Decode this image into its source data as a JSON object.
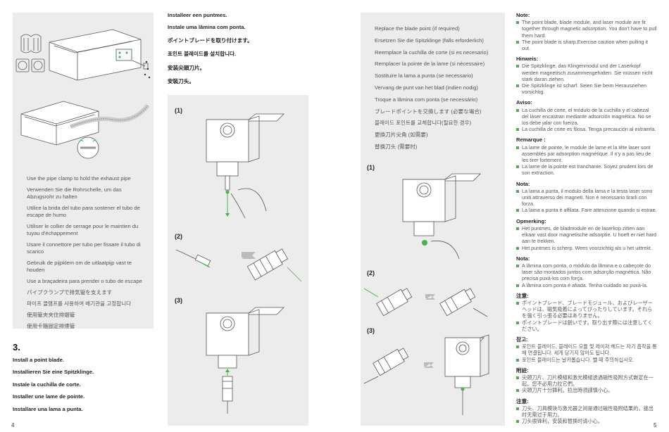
{
  "left_page": {
    "pipe_clamp_captions": [
      "Use the pipe clamp to hold the exhaust pipe",
      "Verwenden Sie die Rohrschelle, um das Abzugsrohr zu halten",
      "Utilice la brida del tubo para sostener el tubo de escape de humo",
      "Utiliser le collier de serrage pour le maintien du tuyau d'échappement",
      "Usare il connettore per tubo per fissare il tubo di scarico",
      "Gebruik de pijpklem om de uitlaatpijp vast te houden",
      "Use a braçadeira para prender o tubo de escape",
      "パイプクランプで排気管を支えます",
      "파이프 클램프를 사용하여 배기관을 고정합니다",
      "使用管夹夹住排烟管",
      "使用卡箍固定排煙管"
    ],
    "step_number": "3.",
    "step_titles": [
      "Install a point blade.",
      "Installieren Sie eine Spitzklinge.",
      "Instale la cuchilla de corte.",
      "Installer une lame de pointe.",
      "Installare una lama a punta.",
      "Installeer een puntmes.",
      "Instale uma lâmina com ponta.",
      "ポイントブレードを取り付けます。",
      "포인트 블레이드를 설치합니다.",
      "安装尖頭刀片。",
      "安裝刀头。"
    ],
    "figure_labels": [
      "(1)",
      "(2)",
      "(3)"
    ],
    "page_number": "4"
  },
  "right_page": {
    "replace_captions": [
      "Replace the blade point (if required)",
      "Ersetzen Sie die Spitzklinge (falls erforderlich)",
      "Reemplace la cuchilla de corte (si es necesario)",
      "Remplacer la pointe de la lame (si nécessaire)",
      "Sostituire la lama a punta (se necessario)",
      "Vervang de punt van het blad (indien nodig)",
      "Troque a lâmina com ponta (se necessário)",
      "ブレードポイントを交換します (必要な場合)",
      "블레이드 포인트를 교체합니다(필요한 경우)",
      "更換刀片尖角 (如需要)",
      "替换刀头 (需要时)"
    ],
    "figure_labels": [
      "(1)",
      "(2)",
      "(3)"
    ],
    "notes": [
      {
        "heading": "Note:",
        "items": [
          "The point blade, blade module, and laser module are fit together through magnetic adsorption. You don't have to pull them hard.",
          "The point blade is sharp.Exercise caution when pulling it out."
        ]
      },
      {
        "heading": "Hinweis:",
        "items": [
          "Die Spitzklinge, das Klingenmodul und der Laserkopf werden magnetisch zusammengehalten. Sie müssen nicht stark daran ziehen.",
          "Die Spitzklinge ist scharf. Seien Sie beim Herausziehen vorsichtig."
        ]
      },
      {
        "heading": "Aviso:",
        "items": [
          "La cuchilla de corte, el módulo de la cuchilla y el cabezal del láser encastran mediante adsorción magnética. No se los debe jalar con fuerza.",
          "La cuchilla de corte es filosa. Tenga precaución al extraerla."
        ]
      },
      {
        "heading": "Remarque :",
        "items": [
          "La lame de pointe, le module de lame et la tête laser sont assemblés par adsorption magnétique. Il n'y a pas lieu de les tirer fortement.",
          "La lame de la pointe est tranchante. Soyez prudent lors de son extraction."
        ]
      },
      {
        "heading": "Nota:",
        "items": [
          "La lama a punta, il modulo della lama e la testa laser sono uniti attraverso dei magneti. Non è necessario tirarli con forza.",
          "La lama a punta è affilata. Fare attenzione quando si estrae."
        ]
      },
      {
        "heading": "Opmerking:",
        "items": [
          "Het puntmes, de bladmodule en de laserkop zitten aan elkaar vast door magnetische adsorptie. U hoeft er niet hard aan te trekken.",
          "Het puntmes is scherp. Wees voorzichtig als u het uittrekt."
        ]
      },
      {
        "heading": "Nota:",
        "items": [
          "A lâmina com ponta, o módulo da lâmina e o cabeçote do laser são montados juntos com adsorção magnética. Não precisa puxá-los com força.",
          "A lâmina com ponta é afiada. Tenha cuidado ao puxá-la."
        ]
      },
      {
        "heading": "注意:",
        "items": [
          "ポイントブレード、ブレードモジュール、およびレーザーヘッドは、磁気吸着によってぴったりしています。それらを強く引っ張る必要はありません。",
          "ポイントブレードは鋭いです。取り出す際には注意してください。"
        ]
      },
      {
        "heading": "참고:",
        "items": [
          "포인트 블레이드, 블레이드 모듈 및 레이저 헤드는 자기 흡착을 통해 연결됩니다. 세게 당기지 않아도 됩니다.",
          "포인트 블레이드는 날카롭습니다. 뺄 때 주의하십시오."
        ]
      },
      {
        "heading": "附註:",
        "items": [
          "尖頭刀片、刀片模組和激光模組透過磁性吸附方式嵌定在一起。您不必用力拉它們。",
          "尖頭刀片十分鋒利。拉出時須謹慎小心。"
        ]
      },
      {
        "heading": "注意:",
        "items": [
          "刀头、刀具模块与激光器之间是通过磁性吸附结果的，拔出时无需过于用力。",
          "刀头很锋利，安装和替换时请小心。"
        ]
      }
    ],
    "page_number": "5"
  },
  "colors": {
    "panel": "#ececec",
    "accent": "#4caf50"
  }
}
